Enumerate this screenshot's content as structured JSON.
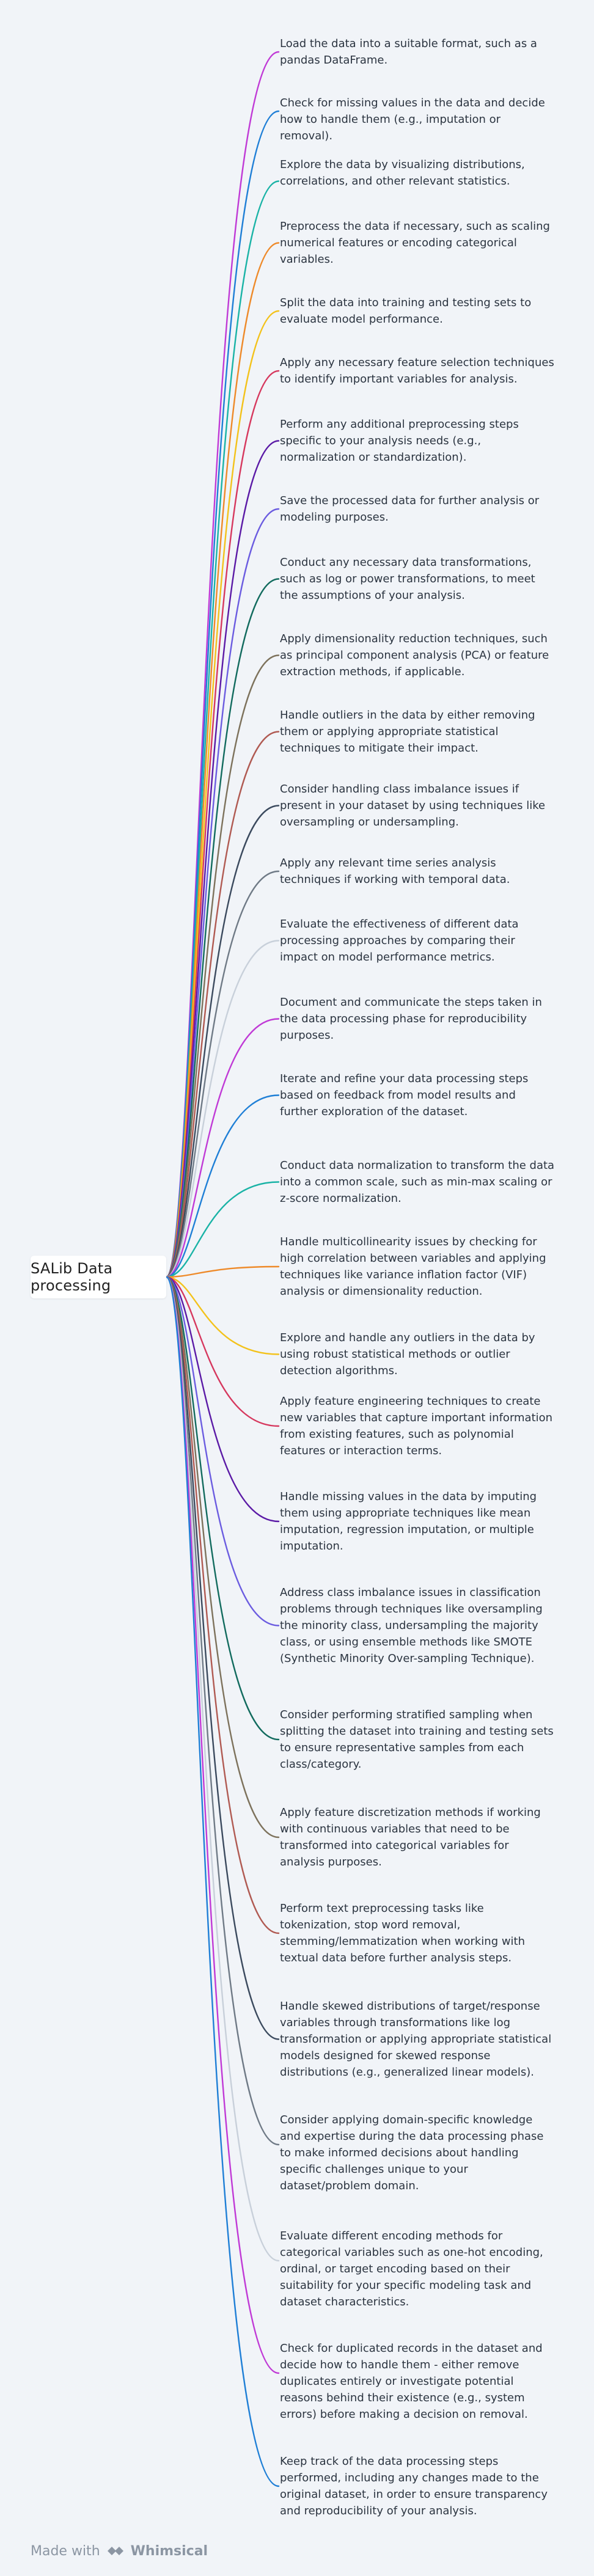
{
  "root": {
    "label": "SALib Data processing"
  },
  "items": [
    "Load the data into a suitable format, such as a pandas DataFrame.",
    "Check for missing values in the data and decide how to handle them (e.g., imputation or removal).",
    "Explore the data by visualizing distributions, correlations, and other relevant statistics.",
    "Preprocess the data if necessary, such as scaling numerical features or encoding categorical variables.",
    "Split the data into training and testing sets to evaluate model performance.",
    "Apply any necessary feature selection techniques to identify important variables for analysis.",
    "Perform any additional preprocessing steps specific to your analysis needs (e.g., normalization or standardization).",
    "Save the processed data for further analysis or modeling purposes.",
    "Conduct any necessary data transformations, such as log or power transformations, to meet the assumptions of your analysis.",
    "Apply dimensionality reduction techniques, such as principal component analysis (PCA) or feature extraction methods, if applicable.",
    "Handle outliers in the data by either removing them or applying appropriate statistical techniques to mitigate their impact.",
    "Consider handling class imbalance issues if present in your dataset by using techniques like oversampling or undersampling.",
    "Apply any relevant time series analysis techniques if working with temporal data.",
    "Evaluate the effectiveness of different data processing approaches by comparing their impact on model performance metrics.",
    "Document and communicate the steps taken in the data processing phase for reproducibility purposes.",
    "Iterate and refine your data processing steps based on feedback from model results and further exploration of the dataset.",
    "Conduct data normalization to transform the data into a common scale, such as min-max scaling or z-score normalization.",
    "Handle multicollinearity issues by checking for high correlation between variables and applying techniques like variance inflation factor (VIF) analysis or dimensionality reduction.",
    "Explore and handle any outliers in the data by using robust statistical methods or outlier detection algorithms.",
    "Apply feature engineering techniques to create new variables that capture important information from existing features, such as polynomial features or interaction terms.",
    "Handle missing values in the data by imputing them using appropriate techniques like mean imputation, regression imputation, or multiple imputation.",
    "Address class imbalance issues in classification problems through techniques like oversampling the minority class, undersampling the majority class, or using ensemble methods like SMOTE (Synthetic Minority Over-sampling Technique).",
    "Consider performing stratified sampling when splitting the dataset into training and testing sets to ensure representative samples from each class/category.",
    "Apply feature discretization methods if working with continuous variables that need to be transformed into categorical variables for analysis purposes.",
    "Perform text preprocessing tasks like tokenization, stop word removal, stemming/lemmatization when working with textual data before further analysis steps.",
    "Handle skewed distributions of target/response variables through transformations like log transformation or applying appropriate statistical models designed for skewed response distributions (e.g., generalized linear models).",
    "Consider applying domain-specific knowledge and expertise during the data processing phase to make informed decisions about handling specific challenges unique to your dataset/problem domain.",
    "Evaluate different encoding methods for categorical variables such as one-hot encoding, ordinal, or target encoding based on their suitability for your specific modeling task and dataset characteristics.",
    "Check for duplicated records in the dataset and decide how to handle them - either remove duplicates entirely or investigate potential reasons behind their existence (e.g., system errors) before making a decision on removal.",
    "Keep track of the data processing steps performed, including any changes made to the original dataset, in order to ensure transparency and reproducibility of your analysis."
  ],
  "colors": [
    "#c03ad6",
    "#1f7fd6",
    "#1ab3a6",
    "#ee8a2a",
    "#f3c21b",
    "#d6385e",
    "#5b1aa6",
    "#6b5ce0",
    "#126b5e",
    "#7d725c",
    "#b05a52",
    "#3b4a5e",
    "#6f7a86",
    "#c8d0da"
  ],
  "footer": {
    "made_with": "Made with",
    "brand": "Whimsical"
  }
}
